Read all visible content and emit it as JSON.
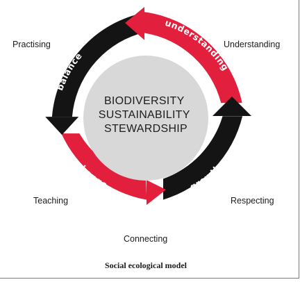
{
  "center": {
    "lines": [
      "BIODIVERSITY",
      "SUSTAINABILITY",
      "STEWARDSHIP"
    ]
  },
  "cycle": {
    "arrows": [
      {
        "label": "understanding",
        "color": "#e21f3c"
      },
      {
        "label": "growth",
        "color": "#141414"
      },
      {
        "label": "change",
        "color": "#e21f3c"
      },
      {
        "label": "balance",
        "color": "#141414"
      }
    ],
    "stages": {
      "understanding": "Understanding",
      "respecting": "Respecting",
      "connecting": "Connecting",
      "teaching": "Teaching",
      "practising": "Practising"
    }
  },
  "caption": "Social ecological model",
  "colors": {
    "red": "#e21f3c",
    "black": "#141414",
    "circle_fill": "#d8d8d8",
    "border": "#7a7a7a"
  }
}
